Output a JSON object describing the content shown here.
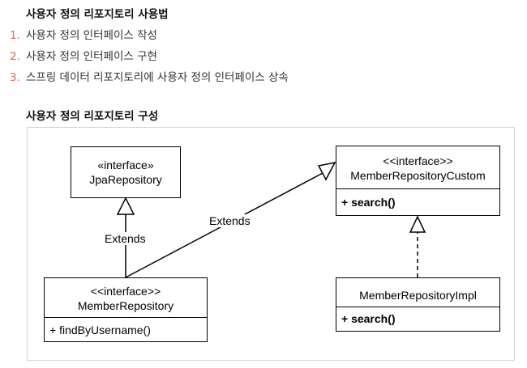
{
  "section1": {
    "title": "사용자 정의 리포지토리 사용법",
    "steps": [
      {
        "num": "1.",
        "text": "사용자 정의 인터페이스 작성"
      },
      {
        "num": "2.",
        "text": "사용자 정의 인터페이스 구현"
      },
      {
        "num": "3.",
        "text": "스프링 데이터 리포지토리에 사용자 정의 인터페이스 상속"
      }
    ]
  },
  "section2": {
    "title": "사용자 정의 리포지토리 구성"
  },
  "diagram": {
    "jpa_repository": {
      "stereotype": "«interface»",
      "name": "JpaRepository"
    },
    "member_repository_custom": {
      "stereotype": "<<interface>>",
      "name": "MemberRepositoryCustom",
      "method": "+ search()"
    },
    "member_repository": {
      "stereotype": "<<interface>>",
      "name": "MemberRepository",
      "method": "+ findByUsername()"
    },
    "member_repository_impl": {
      "name": "MemberRepositoryImpl",
      "method": "+ search()"
    },
    "edge_labels": {
      "extends_left": "Extends",
      "extends_diagonal": "Extends"
    }
  }
}
